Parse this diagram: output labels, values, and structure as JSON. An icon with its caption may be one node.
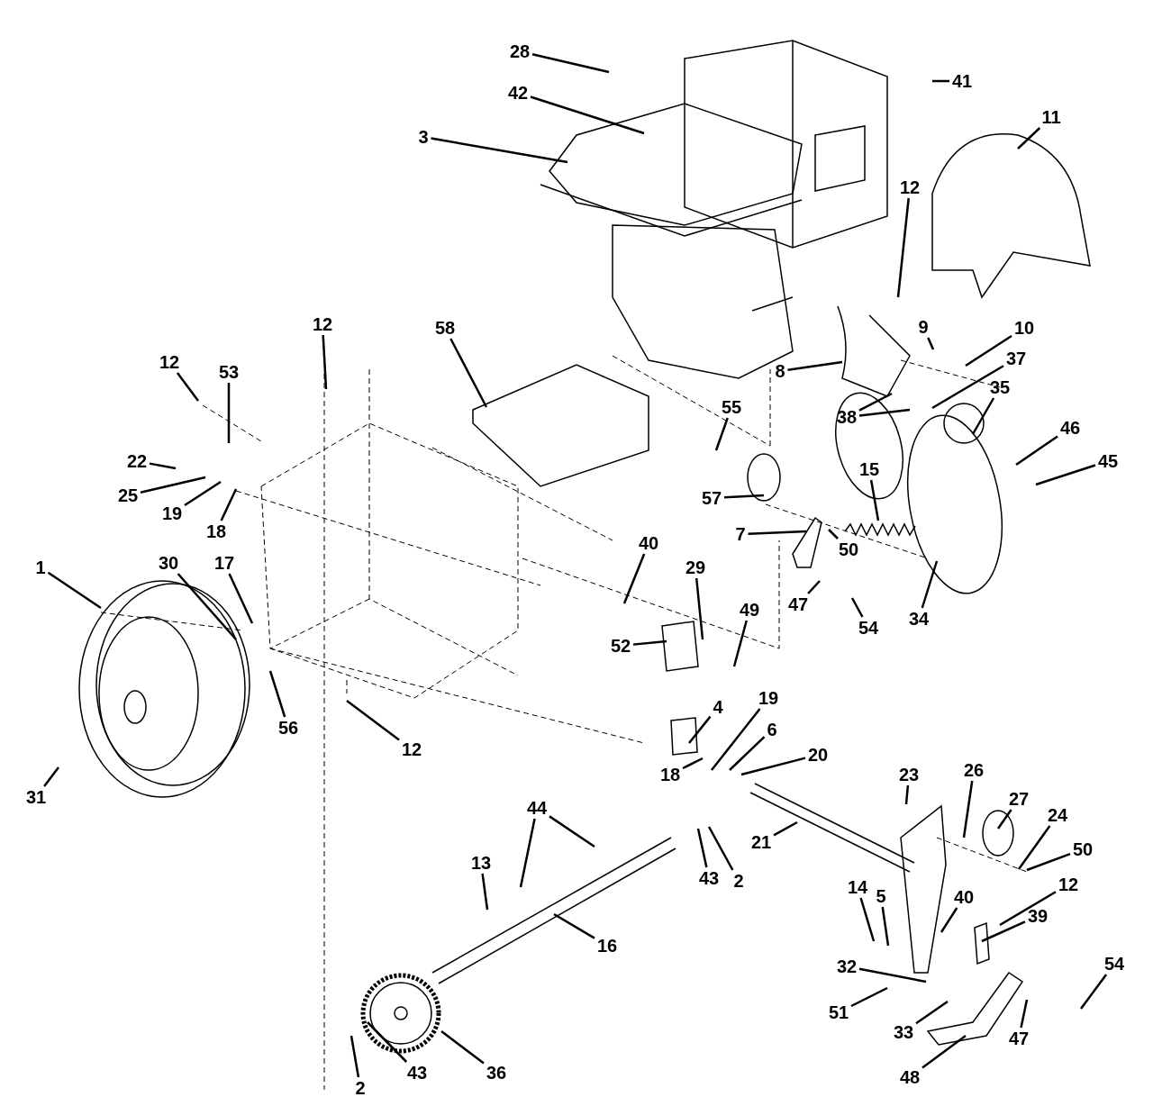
{
  "diagram": {
    "nodes": [
      {
        "text": [
          "28"
        ]
      },
      {
        "text": [
          "41"
        ]
      },
      {
        "text": [
          "42"
        ]
      },
      {
        "text": [
          "3"
        ]
      },
      {
        "text": [
          "11"
        ]
      },
      {
        "text": [
          "12"
        ]
      },
      {
        "text": [
          "12"
        ]
      },
      {
        "text": [
          "58"
        ]
      },
      {
        "text": [
          "9"
        ]
      },
      {
        "text": [
          "10"
        ]
      },
      {
        "text": [
          "8"
        ]
      },
      {
        "text": [
          "37"
        ]
      },
      {
        "text": [
          "12"
        ]
      },
      {
        "text": [
          "53"
        ]
      },
      {
        "text": [
          "35"
        ]
      },
      {
        "text": [
          "38"
        ]
      },
      {
        "text": [
          "55"
        ]
      },
      {
        "text": [
          "22"
        ]
      },
      {
        "text": [
          "46"
        ]
      },
      {
        "text": [
          "45"
        ]
      },
      {
        "text": [
          "25"
        ]
      },
      {
        "text": [
          "15"
        ]
      },
      {
        "text": [
          "57"
        ]
      },
      {
        "text": [
          "19"
        ]
      },
      {
        "text": [
          "7"
        ]
      },
      {
        "text": [
          "18"
        ]
      },
      {
        "text": [
          "1"
        ]
      },
      {
        "text": [
          "30"
        ]
      },
      {
        "text": [
          "17"
        ]
      },
      {
        "text": [
          "40"
        ]
      },
      {
        "text": [
          "29"
        ]
      },
      {
        "text": [
          "50"
        ]
      },
      {
        "text": [
          "47"
        ]
      },
      {
        "text": [
          "34"
        ]
      },
      {
        "text": [
          "54"
        ]
      },
      {
        "text": [
          "52"
        ]
      },
      {
        "text": [
          "49"
        ]
      },
      {
        "text": [
          "56"
        ]
      },
      {
        "text": [
          "12"
        ]
      },
      {
        "text": [
          "4"
        ]
      },
      {
        "text": [
          "19"
        ]
      },
      {
        "text": [
          "6"
        ]
      },
      {
        "text": [
          "20"
        ]
      },
      {
        "text": [
          "18"
        ]
      },
      {
        "text": [
          "31"
        ]
      },
      {
        "text": [
          "23"
        ]
      },
      {
        "text": [
          "26"
        ]
      },
      {
        "text": [
          "21"
        ]
      },
      {
        "text": [
          "27"
        ]
      },
      {
        "text": [
          "44"
        ]
      },
      {
        "text": [
          "24"
        ]
      },
      {
        "text": [
          "50"
        ]
      },
      {
        "text": [
          "13"
        ]
      },
      {
        "text": [
          "43"
        ]
      },
      {
        "text": [
          "2"
        ]
      },
      {
        "text": [
          "14"
        ]
      },
      {
        "text": [
          "5"
        ]
      },
      {
        "text": [
          "40"
        ]
      },
      {
        "text": [
          "12"
        ]
      },
      {
        "text": [
          "39"
        ]
      },
      {
        "text": [
          "54"
        ]
      },
      {
        "text": [
          "16"
        ]
      },
      {
        "text": [
          "32"
        ]
      },
      {
        "text": [
          "51"
        ]
      },
      {
        "text": [
          "33"
        ]
      },
      {
        "text": [
          "47"
        ]
      },
      {
        "text": [
          "48"
        ]
      },
      {
        "text": [
          "36"
        ]
      },
      {
        "text": [
          "43"
        ]
      },
      {
        "text": [
          "2"
        ]
      }
    ],
    "edges": [
      {
        "from": 0,
        "to": null,
        "arrow": "none"
      },
      {
        "from": 1,
        "to": null,
        "arrow": "none"
      },
      {
        "from": 2,
        "to": null,
        "arrow": "none"
      },
      {
        "from": 3,
        "to": null,
        "arrow": "none"
      },
      {
        "from": 4,
        "to": null,
        "arrow": "none"
      },
      {
        "from": 5,
        "to": null,
        "arrow": "none"
      },
      {
        "from": 6,
        "to": null,
        "arrow": "none"
      },
      {
        "from": 7,
        "to": null,
        "arrow": "none"
      },
      {
        "from": 8,
        "to": null,
        "arrow": "none"
      },
      {
        "from": 9,
        "to": null,
        "arrow": "none"
      },
      {
        "from": 10,
        "to": null,
        "arrow": "none"
      },
      {
        "from": 11,
        "to": null,
        "arrow": "none"
      },
      {
        "from": 12,
        "to": null,
        "arrow": "none"
      },
      {
        "from": 13,
        "to": null,
        "arrow": "none"
      },
      {
        "from": 14,
        "to": null,
        "arrow": "none"
      },
      {
        "from": 15,
        "to": null,
        "arrow": "none"
      },
      {
        "from": 15,
        "to": null,
        "arrow": "none"
      },
      {
        "from": 16,
        "to": null,
        "arrow": "none"
      },
      {
        "from": 17,
        "to": null,
        "arrow": "none"
      },
      {
        "from": 18,
        "to": null,
        "arrow": "none"
      },
      {
        "from": 19,
        "to": null,
        "arrow": "none"
      },
      {
        "from": 20,
        "to": null,
        "arrow": "none"
      },
      {
        "from": 21,
        "to": null,
        "arrow": "none"
      },
      {
        "from": 22,
        "to": null,
        "arrow": "none"
      },
      {
        "from": 23,
        "to": null,
        "arrow": "none"
      },
      {
        "from": 24,
        "to": null,
        "arrow": "none"
      },
      {
        "from": 25,
        "to": null,
        "arrow": "none"
      },
      {
        "from": 26,
        "to": null,
        "arrow": "none"
      },
      {
        "from": 27,
        "to": null,
        "arrow": "none"
      },
      {
        "from": 28,
        "to": null,
        "arrow": "none"
      },
      {
        "from": 29,
        "to": null,
        "arrow": "none"
      },
      {
        "from": 30,
        "to": null,
        "arrow": "none"
      },
      {
        "from": 31,
        "to": null,
        "arrow": "none"
      },
      {
        "from": 32,
        "to": null,
        "arrow": "none"
      },
      {
        "from": 33,
        "to": null,
        "arrow": "none"
      },
      {
        "from": 34,
        "to": null,
        "arrow": "none"
      },
      {
        "from": 35,
        "to": null,
        "arrow": "none"
      },
      {
        "from": 36,
        "to": null,
        "arrow": "none"
      },
      {
        "from": 37,
        "to": null,
        "arrow": "none"
      },
      {
        "from": 38,
        "to": null,
        "arrow": "none"
      },
      {
        "from": 39,
        "to": null,
        "arrow": "none"
      },
      {
        "from": 40,
        "to": null,
        "arrow": "none"
      },
      {
        "from": 41,
        "to": null,
        "arrow": "none"
      },
      {
        "from": 42,
        "to": null,
        "arrow": "none"
      },
      {
        "from": 43,
        "to": null,
        "arrow": "none"
      },
      {
        "from": 44,
        "to": null,
        "arrow": "none"
      },
      {
        "from": 45,
        "to": null,
        "arrow": "none"
      },
      {
        "from": 46,
        "to": null,
        "arrow": "none"
      },
      {
        "from": 47,
        "to": null,
        "arrow": "none"
      },
      {
        "from": 48,
        "to": null,
        "arrow": "none"
      },
      {
        "from": 49,
        "to": null,
        "arrow": "none"
      },
      {
        "from": 49,
        "to": null,
        "arrow": "none"
      },
      {
        "from": 50,
        "to": null,
        "arrow": "none"
      },
      {
        "from": 51,
        "to": null,
        "arrow": "none"
      },
      {
        "from": 52,
        "to": null,
        "arrow": "none"
      },
      {
        "from": 53,
        "to": null,
        "arrow": "none"
      },
      {
        "from": 54,
        "to": null,
        "arrow": "none"
      },
      {
        "from": 55,
        "to": null,
        "arrow": "none"
      },
      {
        "from": 56,
        "to": null,
        "arrow": "none"
      },
      {
        "from": 57,
        "to": null,
        "arrow": "none"
      },
      {
        "from": 58,
        "to": null,
        "arrow": "none"
      },
      {
        "from": 59,
        "to": null,
        "arrow": "none"
      },
      {
        "from": 60,
        "to": null,
        "arrow": "none"
      },
      {
        "from": 61,
        "to": null,
        "arrow": "none"
      },
      {
        "from": 62,
        "to": null,
        "arrow": "none"
      },
      {
        "from": 63,
        "to": null,
        "arrow": "none"
      },
      {
        "from": 64,
        "to": null,
        "arrow": "none"
      },
      {
        "from": 65,
        "to": null,
        "arrow": "none"
      },
      {
        "from": 66,
        "to": null,
        "arrow": "none"
      },
      {
        "from": 67,
        "to": null,
        "arrow": "none"
      },
      {
        "from": 68,
        "to": null,
        "arrow": "none"
      },
      {
        "from": 69,
        "to": null,
        "arrow": "none"
      }
    ]
  }
}
